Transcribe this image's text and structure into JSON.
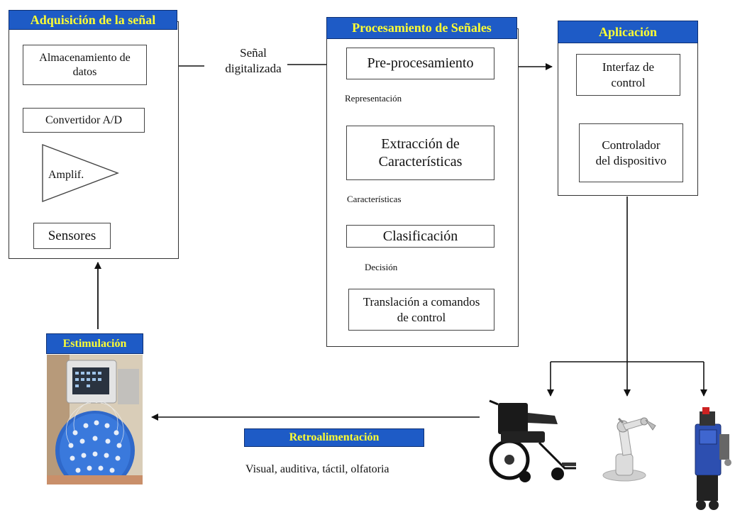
{
  "acquisition": {
    "header": "Adquisición de la señal",
    "storage": "Almacenamiento de datos",
    "converter": "Convertidor A/D",
    "amplifier": "Amplif.",
    "sensors": "Sensores"
  },
  "signal_label": "Señal digitalizada",
  "processing": {
    "header": "Procesamiento de Señales",
    "preprocessing": "Pre-procesamiento",
    "representation": "Representación",
    "extraction": "Extracción de Características",
    "features": "Características",
    "classification": "Clasificación",
    "decision": "Decisión",
    "translation": "Translación a comandos de  control"
  },
  "application": {
    "header": "Aplicación",
    "interface": "Interfaz de control",
    "controller": "Controlador del dispositivo"
  },
  "stimulation": {
    "header": "Estimulación"
  },
  "feedback": {
    "header": "Retroalimentación",
    "types": "Visual, auditiva, táctil, olfatoria"
  },
  "devices": [
    "wheelchair-icon",
    "robotic-arm-icon",
    "humanoid-robot-icon"
  ],
  "colors": {
    "header_bg": "#1e5bc6",
    "header_text": "#ffff33"
  }
}
